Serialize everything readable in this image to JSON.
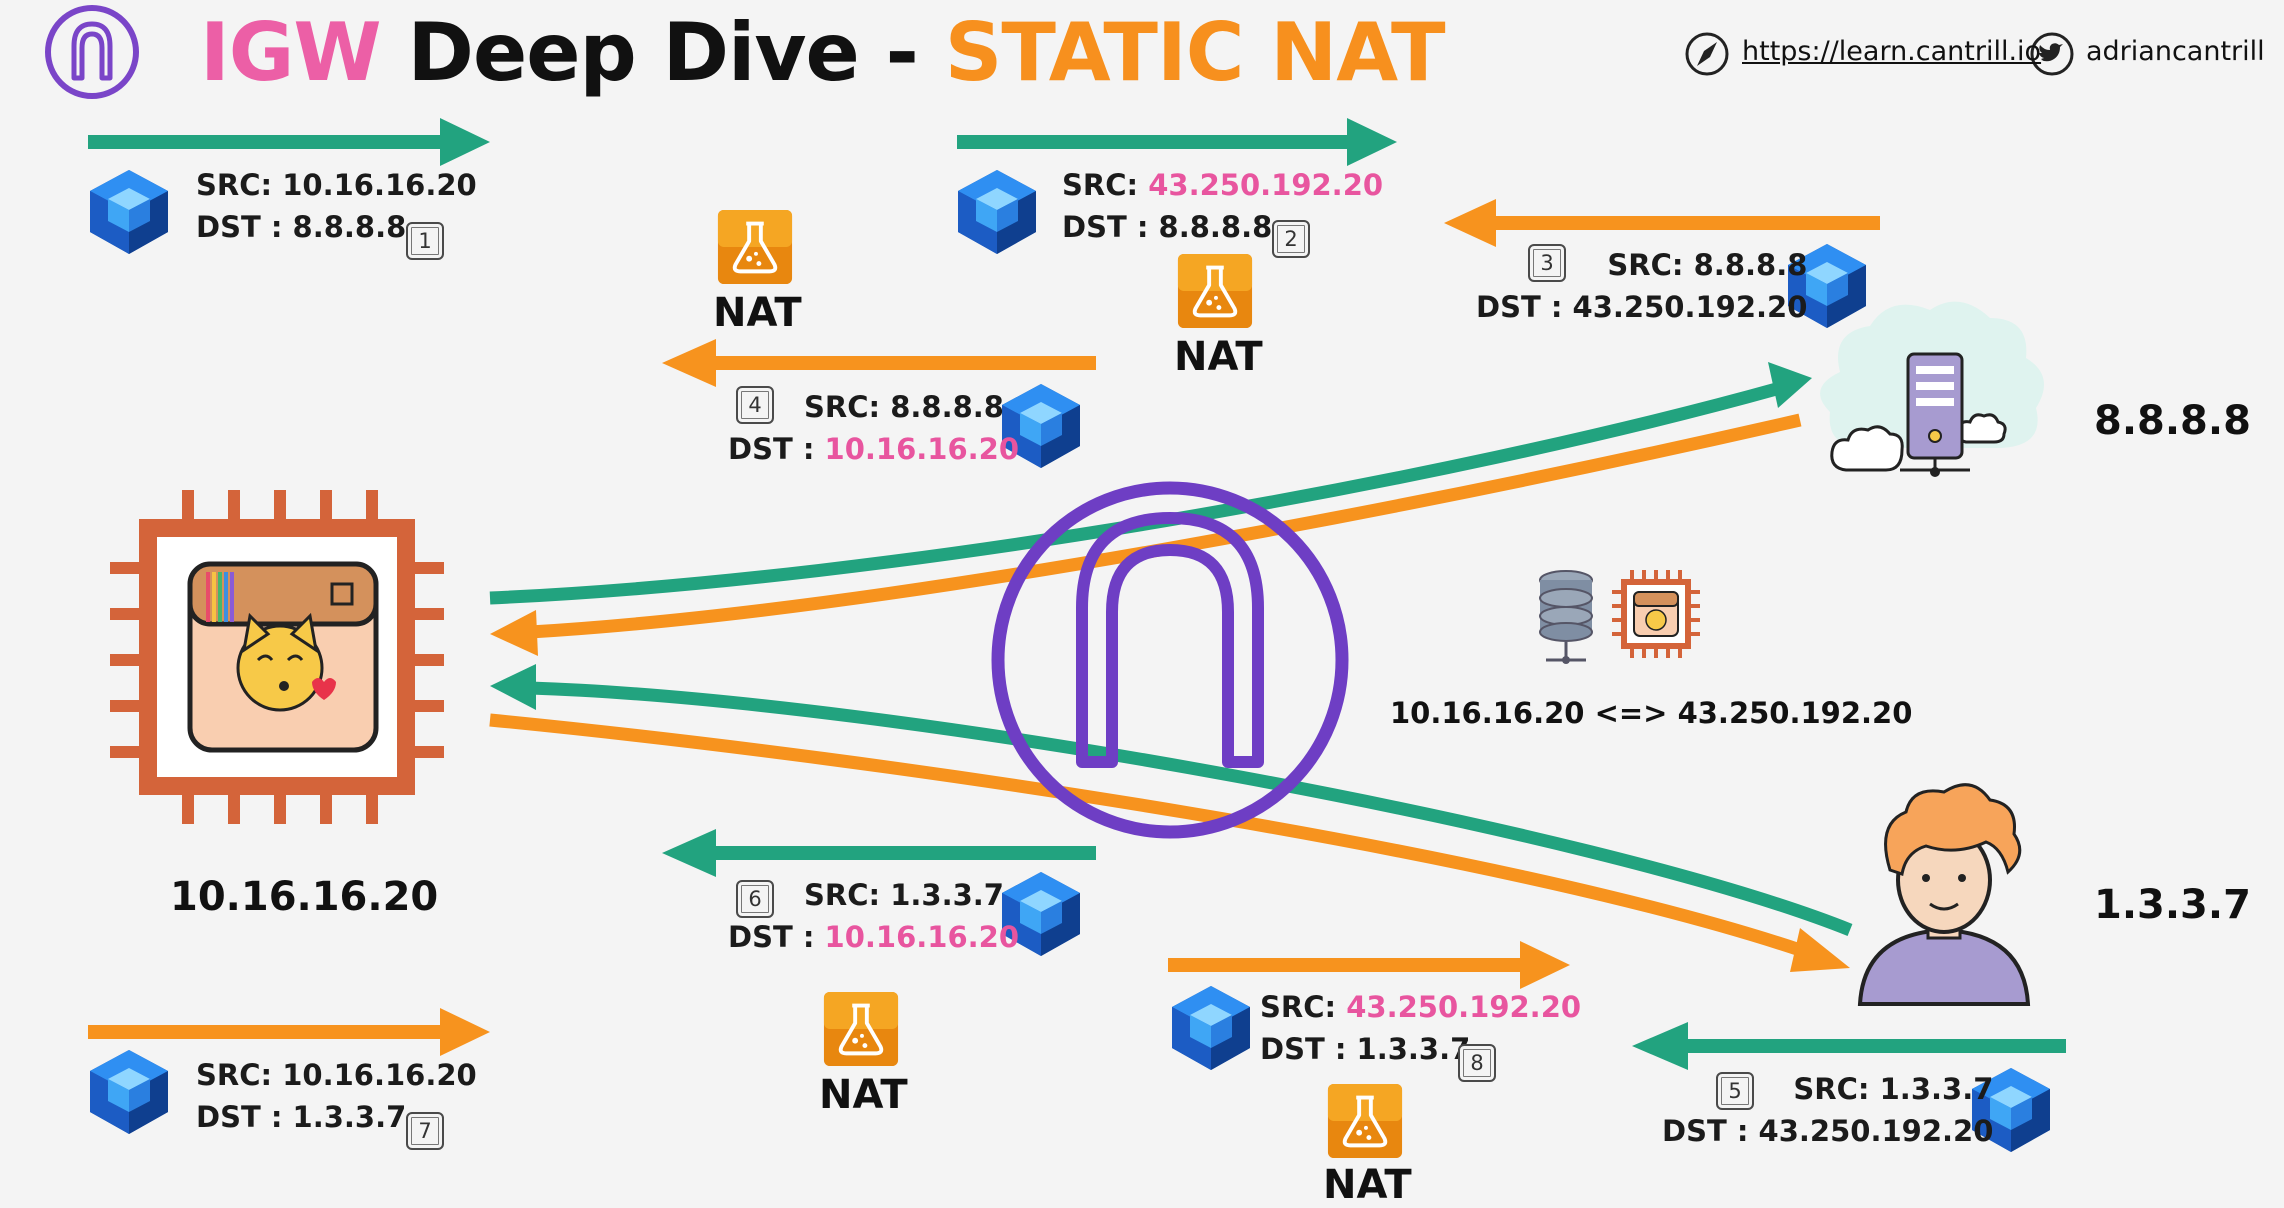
{
  "header": {
    "title_igw": "IGW",
    "title_mid": "Deep Dive -",
    "title_nat": "STATIC NAT",
    "link_url": "https://learn.cantrill.io",
    "twitter": "adriancantrill"
  },
  "hosts": {
    "instance": "10.16.16.20",
    "dns_server": "8.8.8.8",
    "user": "1.3.3.7"
  },
  "mapping": "10.16.16.20 <=> 43.250.192.20",
  "nat_label": "NAT",
  "packets": [
    {
      "step": "1",
      "src_label": "SRC:",
      "src": "10.16.16.20",
      "dst_label": "DST :",
      "dst": "8.8.8.8",
      "src_highlight": false,
      "dst_highlight": false
    },
    {
      "step": "2",
      "src_label": "SRC:",
      "src": "43.250.192.20",
      "dst_label": "DST :",
      "dst": "8.8.8.8",
      "src_highlight": true,
      "dst_highlight": false
    },
    {
      "step": "3",
      "src_label": "SRC:",
      "src": "8.8.8.8",
      "dst_label": "DST :",
      "dst": "43.250.192.20",
      "src_highlight": false,
      "dst_highlight": false
    },
    {
      "step": "4",
      "src_label": "SRC:",
      "src": "8.8.8.8",
      "dst_label": "DST :",
      "dst": "10.16.16.20",
      "src_highlight": false,
      "dst_highlight": true
    },
    {
      "step": "5",
      "src_label": "SRC:",
      "src": "1.3.3.7",
      "dst_label": "DST :",
      "dst": "43.250.192.20",
      "src_highlight": false,
      "dst_highlight": false
    },
    {
      "step": "6",
      "src_label": "SRC:",
      "src": "1.3.3.7",
      "dst_label": "DST :",
      "dst": "10.16.16.20",
      "src_highlight": false,
      "dst_highlight": true
    },
    {
      "step": "7",
      "src_label": "SRC:",
      "src": "10.16.16.20",
      "dst_label": "DST :",
      "dst": "1.3.3.7",
      "src_highlight": false,
      "dst_highlight": false
    },
    {
      "step": "8",
      "src_label": "SRC:",
      "src": "43.250.192.20",
      "dst_label": "DST :",
      "dst": "1.3.3.7",
      "src_highlight": true,
      "dst_highlight": false
    }
  ],
  "colors": {
    "green": "#22a37f",
    "orange": "#f7931e",
    "purple": "#6e3ec4",
    "pink": "#e8559f",
    "cube_blue": "#1d6fd6",
    "chip_orange": "#d4643a"
  }
}
